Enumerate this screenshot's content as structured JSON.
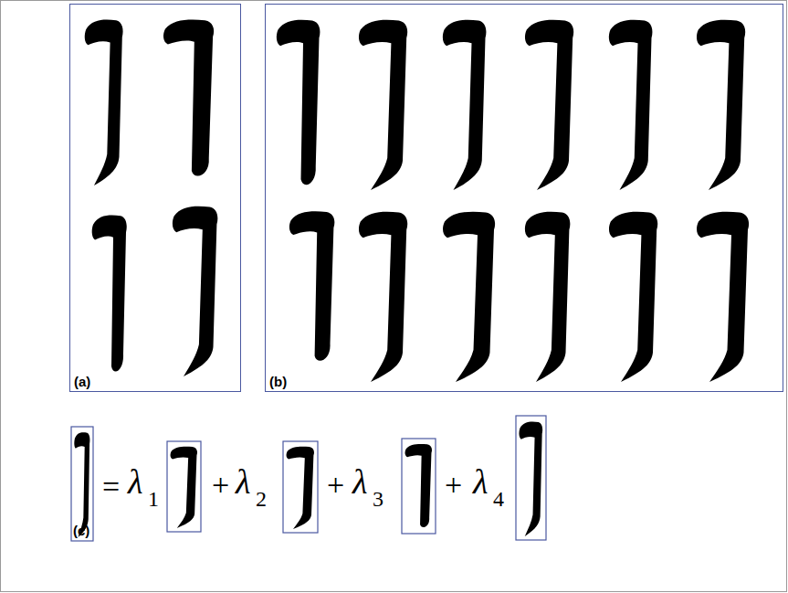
{
  "diagram": {
    "nodes": [
      {
        "text": [
          "(a)"
        ]
      },
      {
        "text": [
          "(b)"
        ]
      }
    ],
    "labels": [
      "(c)",
      "=",
      "λ",
      "1",
      "+",
      "λ",
      "2",
      "+",
      "λ",
      "3",
      "+",
      "λ",
      "4"
    ]
  }
}
